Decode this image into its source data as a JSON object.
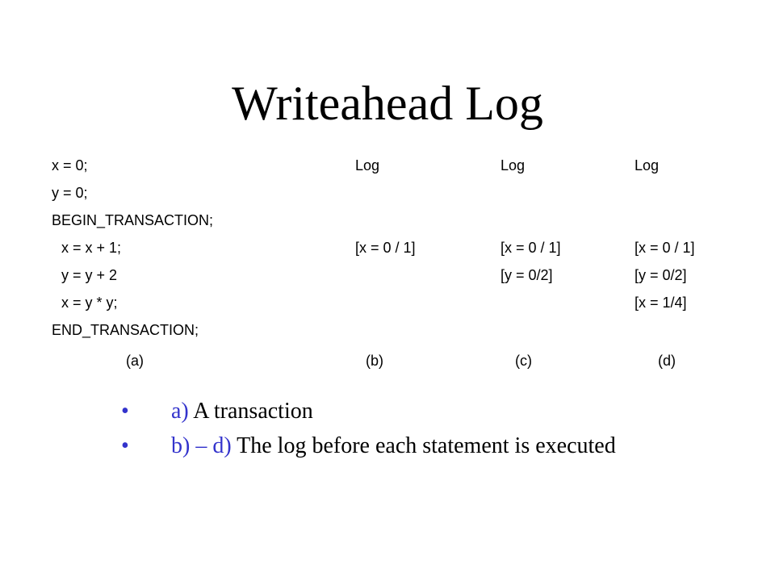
{
  "title": "Writeahead Log",
  "code_rows": [
    {
      "code": "x = 0;",
      "log_b": "Log",
      "log_c": "Log",
      "log_d": "Log"
    },
    {
      "code": "y = 0;",
      "log_b": "",
      "log_c": "",
      "log_d": ""
    },
    {
      "code": "BEGIN_TRANSACTION;",
      "log_b": "",
      "log_c": "",
      "log_d": ""
    },
    {
      "code": "x = x + 1;",
      "log_b": "[x = 0 / 1]",
      "log_c": "[x = 0 / 1]",
      "log_d": "[x = 0 / 1]"
    },
    {
      "code": "y = y + 2",
      "log_b": "",
      "log_c": "[y = 0/2]",
      "log_d": "[y = 0/2]"
    },
    {
      "code": "x = y * y;",
      "log_b": "",
      "log_c": "",
      "log_d": "[x = 1/4]"
    },
    {
      "code": "END_TRANSACTION;",
      "log_b": "",
      "log_c": "",
      "log_d": ""
    }
  ],
  "labels": {
    "a": "(a)",
    "b": "(b)",
    "c": "(c)",
    "d": "(d)"
  },
  "bullets": [
    {
      "marker": "•",
      "prefix": "a)",
      "text": " A transaction"
    },
    {
      "marker": "•",
      "prefix": "b) – d)",
      "text": " The log before each statement is executed"
    }
  ],
  "colors": {
    "accent": "#3333cc",
    "text": "#000000",
    "background": "#ffffff"
  }
}
